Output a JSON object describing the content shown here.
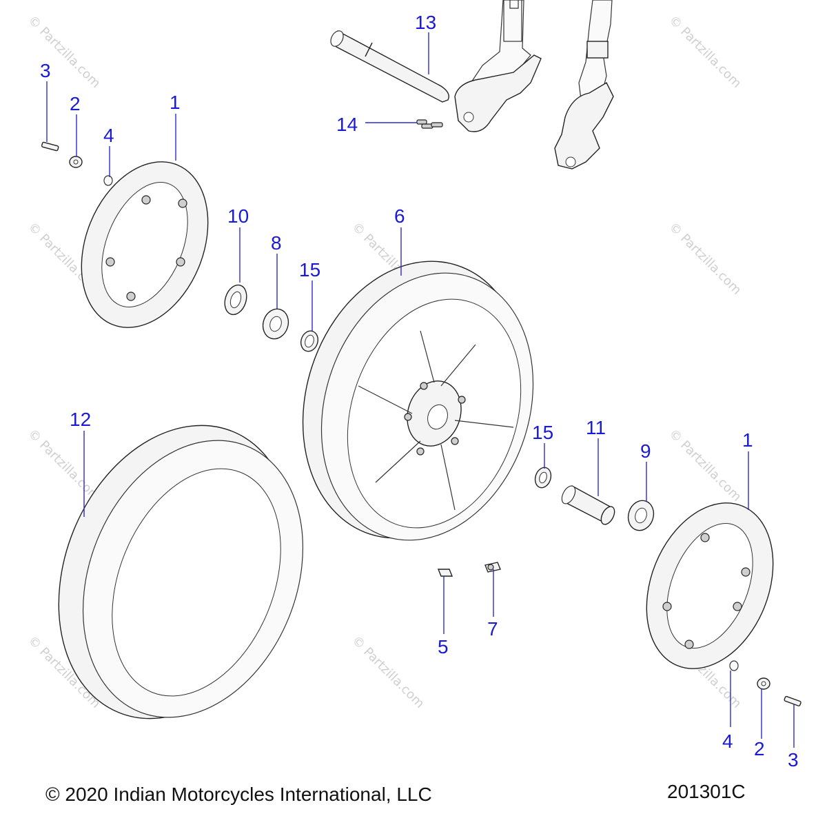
{
  "diagram": {
    "callouts": {
      "c1a": "1",
      "c2a": "2",
      "c3a": "3",
      "c4a": "4",
      "c5": "5",
      "c6": "6",
      "c7": "7",
      "c8": "8",
      "c9": "9",
      "c10": "10",
      "c11": "11",
      "c12": "12",
      "c13": "13",
      "c14": "14",
      "c15a": "15",
      "c15b": "15",
      "c1b": "1",
      "c4b": "4",
      "c2b": "2",
      "c3b": "3"
    },
    "watermark_text": "© Partzilla.com",
    "footer": {
      "copyright": "© 2020 Indian Motorcycles International, LLC",
      "diagram_id": "201301C"
    }
  }
}
